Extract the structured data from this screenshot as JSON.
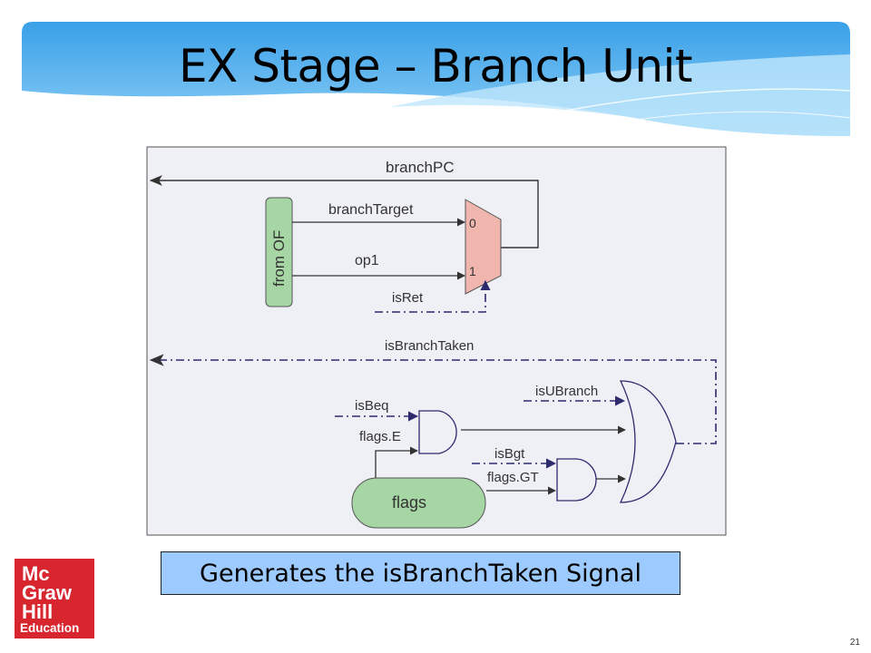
{
  "slide": {
    "title": "EX Stage – Branch Unit",
    "caption": "Generates the isBranchTaken Signal",
    "page_number": "21"
  },
  "diagram": {
    "labels": {
      "branch_pc": "branchPC",
      "from_of": "from OF",
      "branch_target": "branchTarget",
      "op1": "op1",
      "mux_in0": "0",
      "mux_in1": "1",
      "is_ret": "isRet",
      "is_branch_taken": "isBranchTaken",
      "is_ubranch": "isUBranch",
      "is_beq": "isBeq",
      "flags_e": "flags.E",
      "is_bgt": "isBgt",
      "flags_gt": "flags.GT",
      "flags": "flags"
    }
  },
  "logo": {
    "line1": "Mc",
    "line2": "Graw",
    "line3": "Hill",
    "line4": "Education"
  },
  "colors": {
    "banner": "#49a9ec",
    "mux_fill": "#f0b5ad",
    "green_fill": "#a6d6a4",
    "control_line": "#2d2a6e",
    "caption_bg": "#9ecbff",
    "logo_red": "#d8262f"
  }
}
